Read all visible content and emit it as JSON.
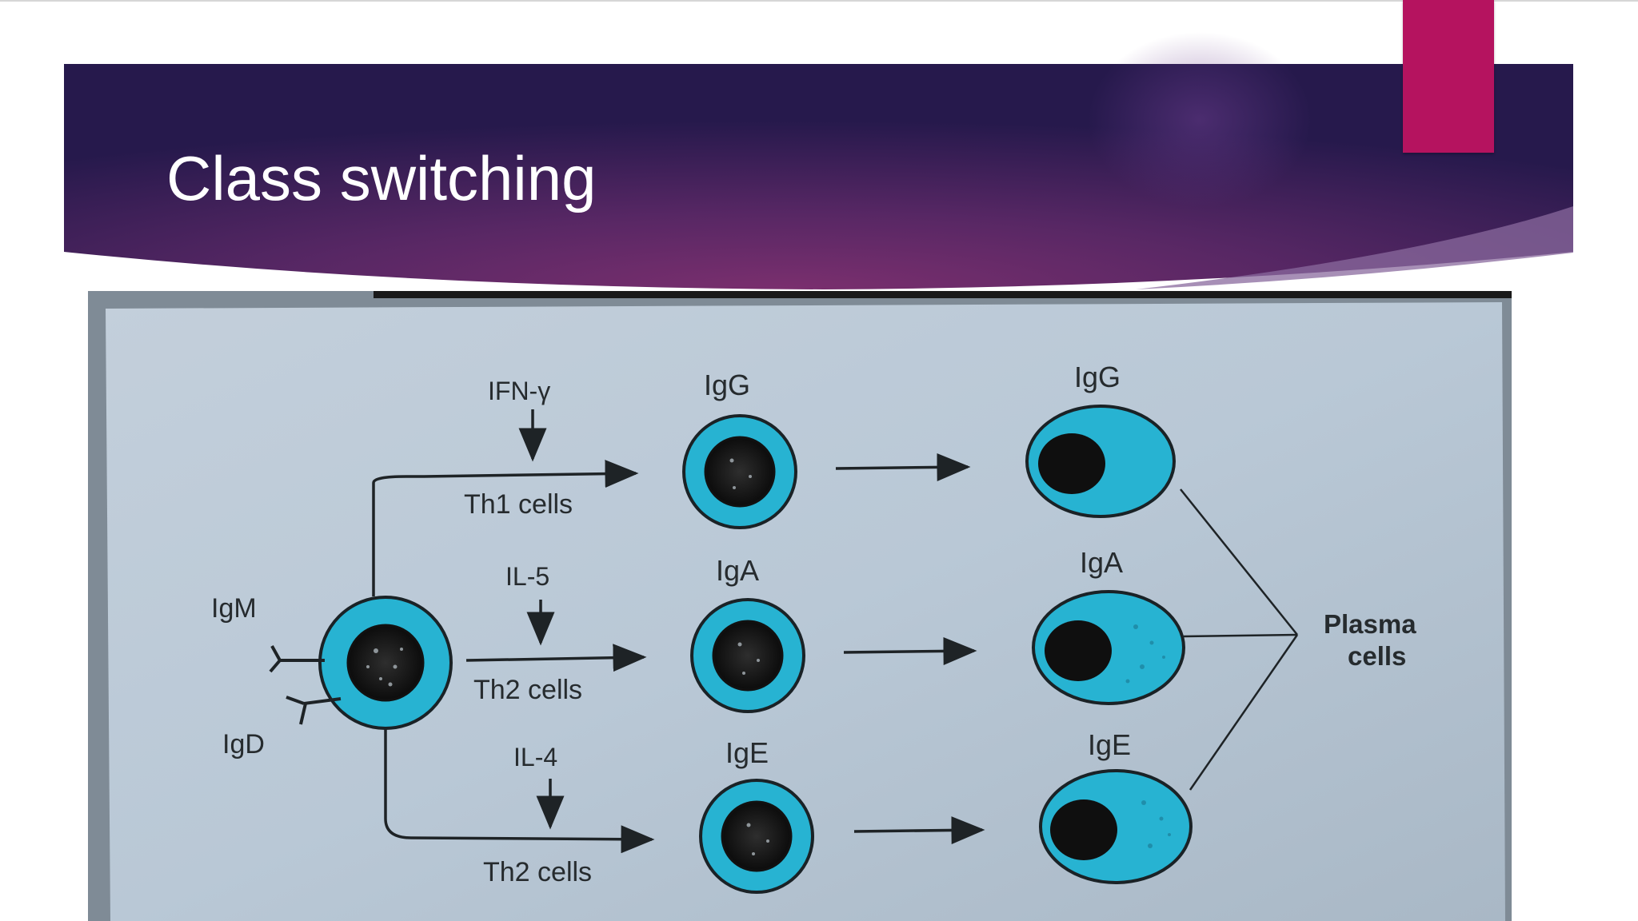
{
  "slide": {
    "title": "Class switching"
  },
  "colors": {
    "banner_dark": "#2a1b4e",
    "banner_mid": "#6b2a68",
    "accent": "#b5135f",
    "cell_blue": "#27b3d2",
    "board": "#b8c7d5"
  },
  "diagram": {
    "source_cell": {
      "receptor_top": "IgM",
      "receptor_bottom": "IgD"
    },
    "pathways": [
      {
        "cytokine": "IFN-γ",
        "helper": "Th1 cells",
        "isotype_b": "IgG",
        "isotype_plasma": "IgG"
      },
      {
        "cytokine": "IL-5",
        "helper": "Th2 cells",
        "isotype_b": "IgA",
        "isotype_plasma": "IgA"
      },
      {
        "cytokine": "IL-4",
        "helper": "Th2 cells",
        "isotype_b": "IgE",
        "isotype_plasma": "IgE"
      }
    ],
    "plasma_label_line1": "Plasma",
    "plasma_label_line2": "cells"
  }
}
